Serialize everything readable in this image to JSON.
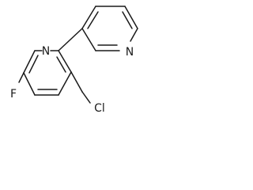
{
  "molecule": {
    "atoms": {
      "n_left": "N",
      "n_right": "N",
      "f": "F",
      "cl": "Cl"
    }
  },
  "colors": {
    "ink": "#1a1a1a",
    "background": "#ffffff"
  }
}
